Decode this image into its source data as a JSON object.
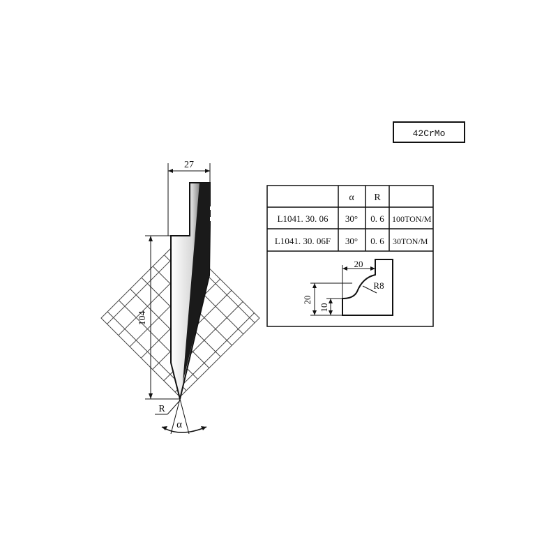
{
  "material": "42CrMo",
  "dimensions": {
    "width": "27",
    "height": "104",
    "radius_label": "R",
    "angle_label": "α"
  },
  "table": {
    "headers": [
      "",
      "α",
      "R",
      ""
    ],
    "rows": [
      [
        "L1041. 30. 06",
        "30°",
        "0. 6",
        "100TON/M"
      ],
      [
        "L1041. 30. 06F",
        "30°",
        "0. 6",
        "30TON/M"
      ]
    ]
  },
  "detail": {
    "width": "20",
    "radius": "R8",
    "height_total": "20",
    "height_small": "10"
  }
}
